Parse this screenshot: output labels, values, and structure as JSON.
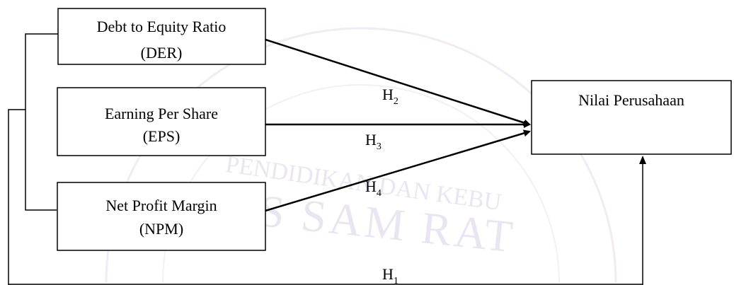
{
  "boxes": {
    "der": {
      "line1": "Debt to Equity Ratio",
      "line2": "(DER)"
    },
    "eps": {
      "line1": "Earning Per Share",
      "line2": "(EPS)"
    },
    "npm": {
      "line1": "Net Profit Margin",
      "line2": "(NPM)"
    },
    "nilai": {
      "line1": "Nilai Perusahaan"
    }
  },
  "hypotheses": {
    "h1": {
      "base": "H",
      "sub": "1"
    },
    "h2": {
      "base": "H",
      "sub": "2"
    },
    "h3": {
      "base": "H",
      "sub": "3"
    },
    "h4": {
      "base": "H",
      "sub": "4"
    }
  },
  "watermark": {
    "text_top": "PENDIDIKAN DAN KEBU",
    "text_mid": "AS SAM RAT",
    "color": "#e7e3f0"
  }
}
